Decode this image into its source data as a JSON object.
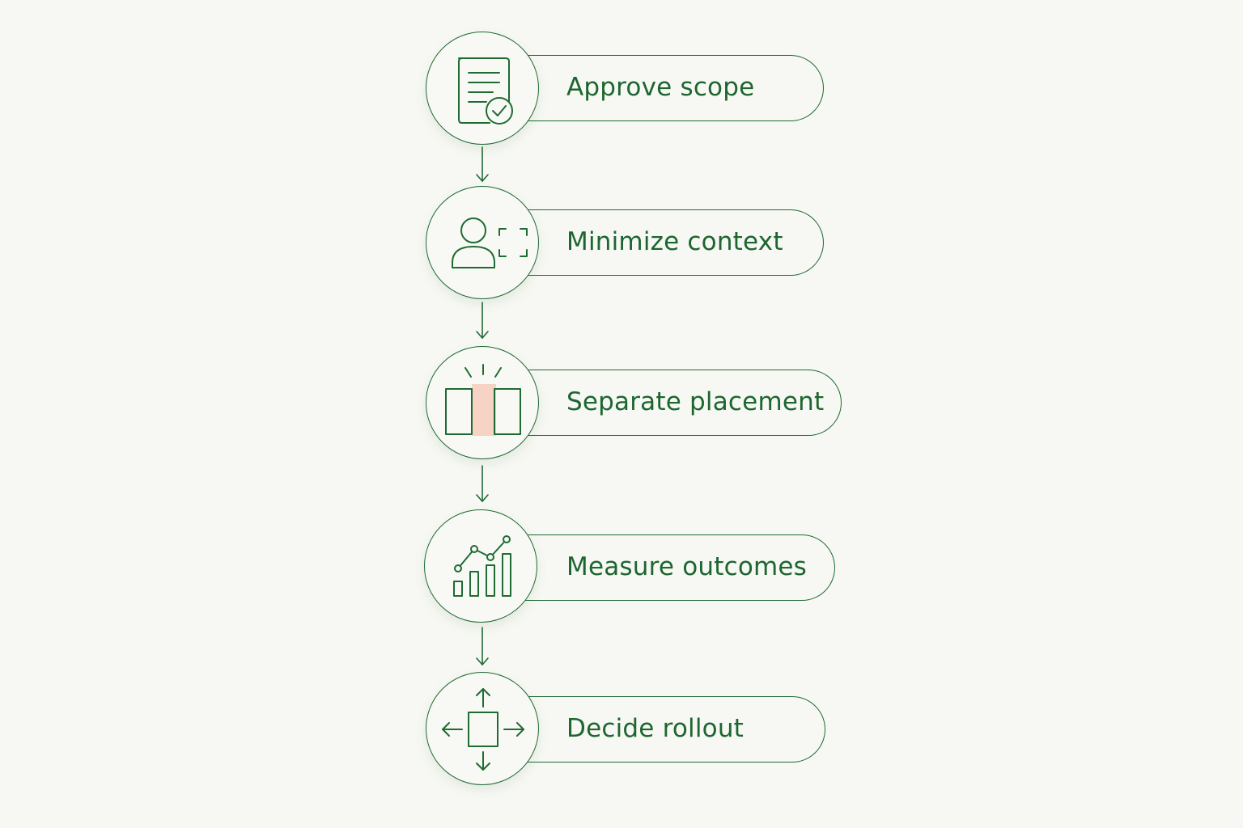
{
  "colors": {
    "background": "#f7f8f3",
    "stroke": "#1f6b34",
    "text": "#1d6630",
    "highlight": "#f7a58c"
  },
  "steps": [
    {
      "label": "Approve scope",
      "icon": "document-check-icon"
    },
    {
      "label": "Minimize context",
      "icon": "user-frame-icon"
    },
    {
      "label": "Separate placement",
      "icon": "split-panels-icon"
    },
    {
      "label": "Measure outcomes",
      "icon": "bar-chart-trend-icon"
    },
    {
      "label": "Decide rollout",
      "icon": "expand-arrows-icon"
    }
  ]
}
